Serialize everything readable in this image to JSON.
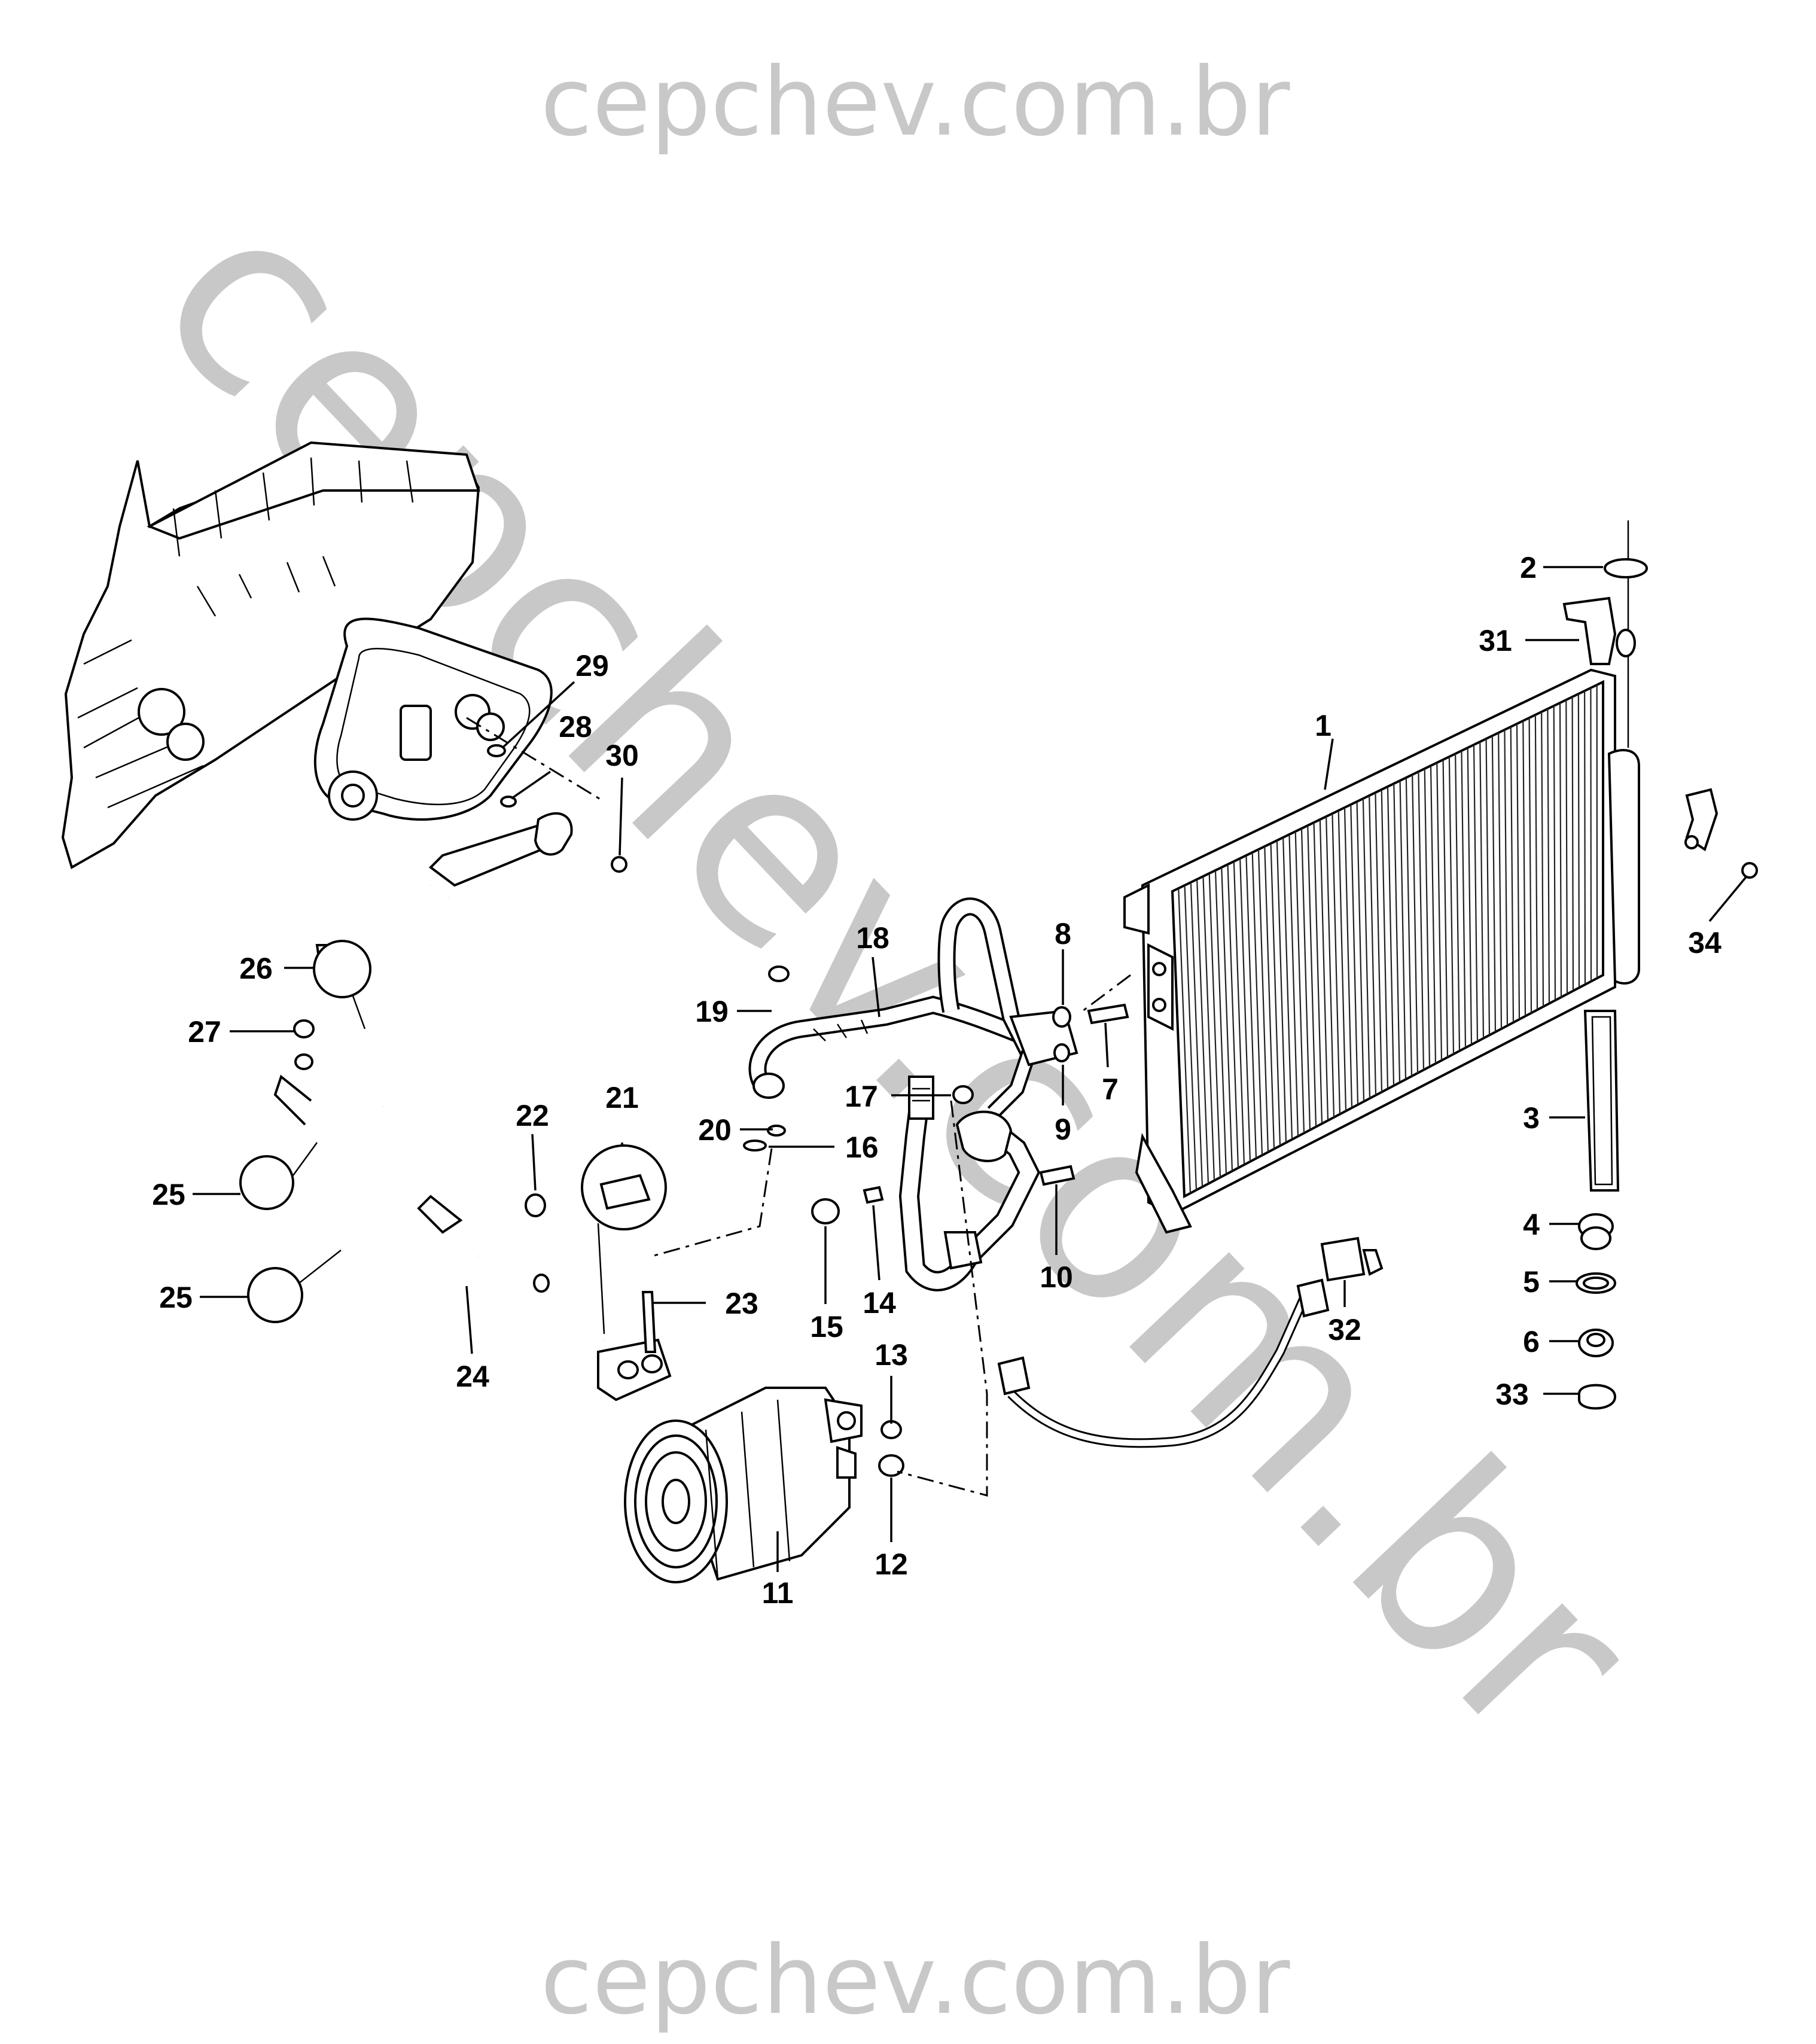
{
  "watermark": {
    "top": "cepchev.com.br",
    "bottom": "cepchev.com.br",
    "diagonal": "cepchev.com.br",
    "color": "#c8c8c8"
  },
  "diagram": {
    "line_color": "#000000",
    "background": "#ffffff",
    "callouts": [
      "1",
      "2",
      "3",
      "4",
      "5",
      "6",
      "7",
      "8",
      "9",
      "10",
      "11",
      "12",
      "13",
      "14",
      "15",
      "16",
      "17",
      "18",
      "19",
      "20",
      "21",
      "22",
      "23",
      "24",
      "25",
      "25",
      "26",
      "27",
      "28",
      "29",
      "30",
      "31",
      "32",
      "33",
      "34"
    ]
  }
}
